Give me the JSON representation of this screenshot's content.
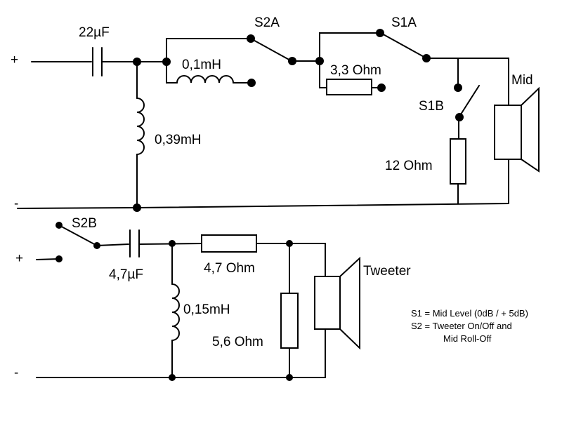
{
  "mid": {
    "plus": "+",
    "minus": "-",
    "c1": "22µF",
    "l_series": "0,1mH",
    "l_shunt": "0,39mH",
    "s2a": "S2A",
    "s1a": "S1A",
    "s1b": "S1B",
    "r_series": "3,3 Ohm",
    "r_shunt": "12 Ohm",
    "speaker": "Mid"
  },
  "tweeter": {
    "plus": "+",
    "minus": "-",
    "s2b": "S2B",
    "c1": "4,7µF",
    "l_shunt": "0,15mH",
    "r_series": "4,7 Ohm",
    "r_shunt": "5,6 Ohm",
    "speaker": "Tweeter"
  },
  "notes": {
    "line1": "S1 = Mid Level (0dB / + 5dB)",
    "line2": "S2 = Tweeter On/Off and",
    "line3": "Mid Roll-Off"
  },
  "colors": {
    "ink": "#000000",
    "background": "#ffffff"
  }
}
